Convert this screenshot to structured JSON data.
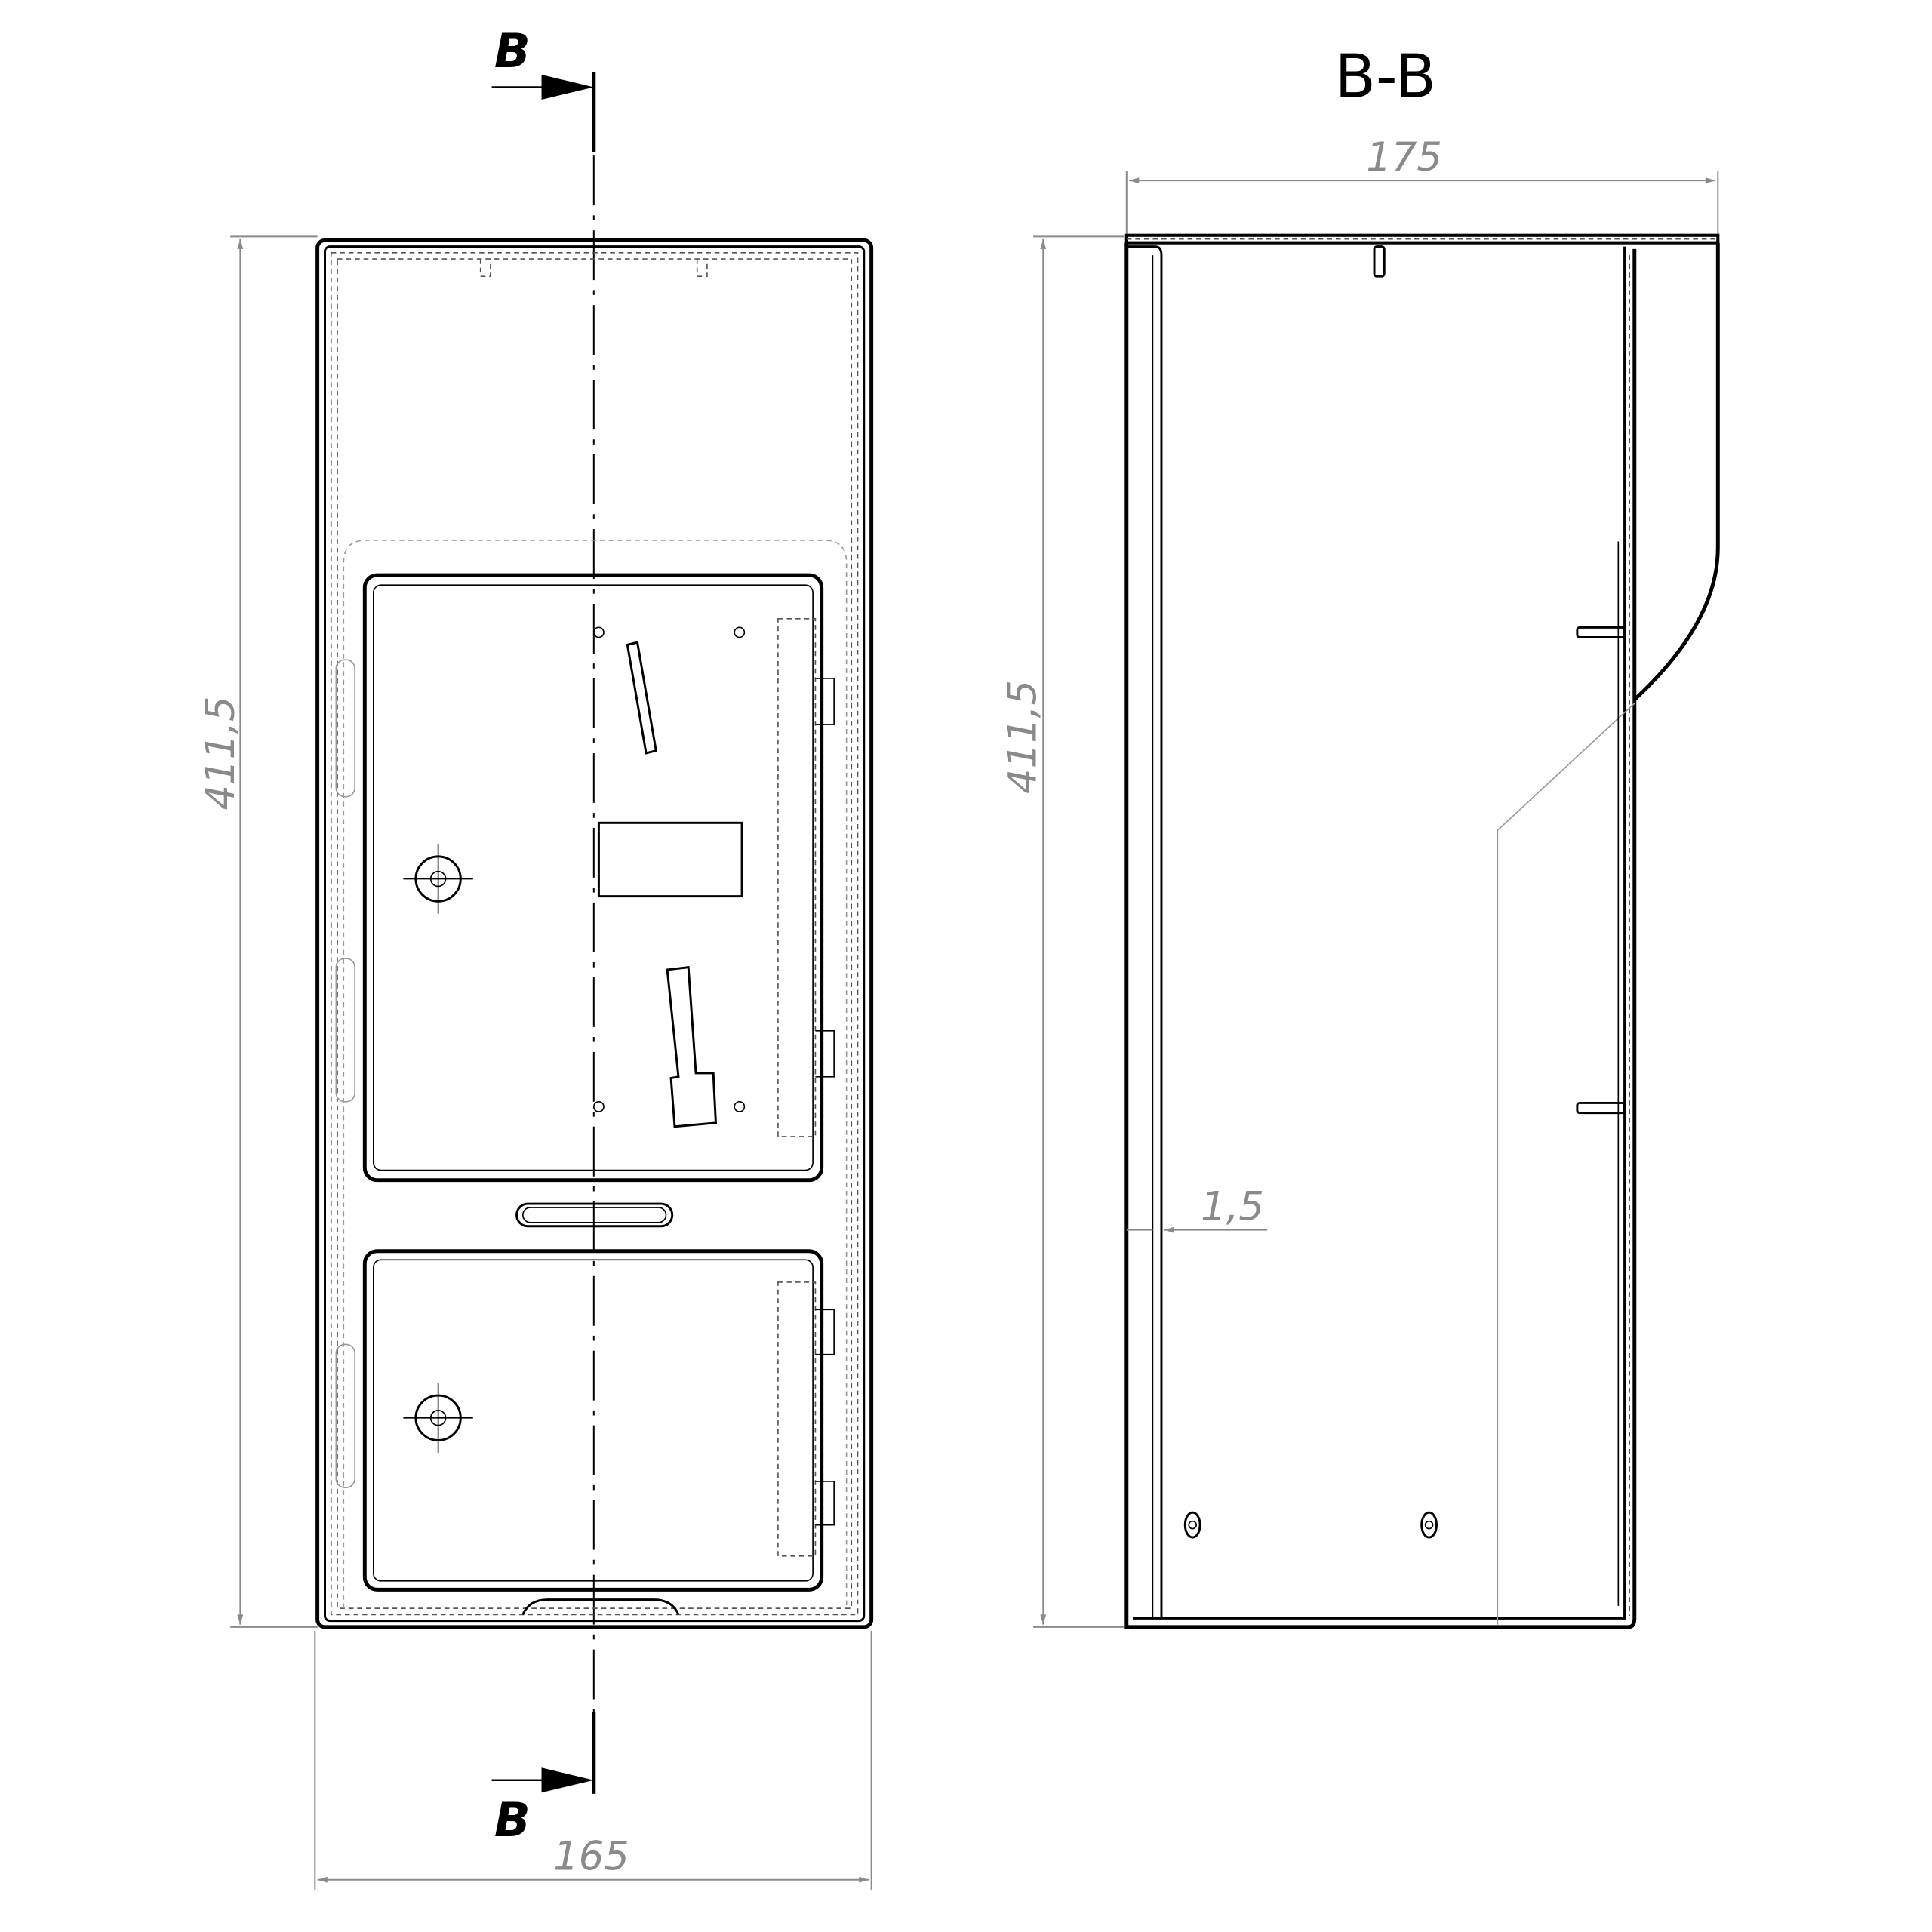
{
  "front_view": {
    "section_label_top": "B",
    "section_label_bottom": "B",
    "height_dimension": "411,5",
    "width_dimension": "165"
  },
  "section_view": {
    "title": "B-B",
    "depth_dimension": "175",
    "height_dimension": "411,5",
    "thickness_dimension": "1,5"
  },
  "colors": {
    "line": "#000000",
    "dimension": "#8a8a8a"
  }
}
